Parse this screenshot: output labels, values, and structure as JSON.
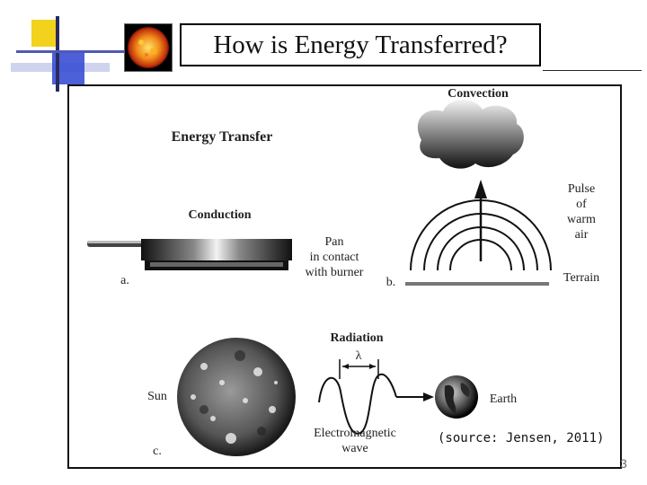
{
  "title": "How is Energy Transferred?",
  "figure": {
    "heading": "Energy Transfer",
    "conduction": {
      "heading": "Conduction",
      "panel": "a.",
      "caption_lines": [
        "Pan",
        "in contact",
        "with burner"
      ]
    },
    "convection": {
      "heading": "Convection",
      "panel": "b.",
      "pulse_lines": [
        "Pulse",
        "of",
        "warm",
        "air"
      ],
      "terrain": "Terrain"
    },
    "radiation": {
      "heading": "Radiation",
      "panel": "c.",
      "sun": "Sun",
      "lambda": "λ",
      "wave_lines": [
        "Electromagnetic",
        "wave"
      ],
      "earth": "Earth"
    }
  },
  "source": "(source: Jensen, 2011)",
  "slide_number": "3",
  "icons": [
    "sun-thumbnail-icon",
    "pan-icon",
    "cloud-icon",
    "arrow-up-icon",
    "sun-globe-icon",
    "earth-icon",
    "wave-icon"
  ]
}
